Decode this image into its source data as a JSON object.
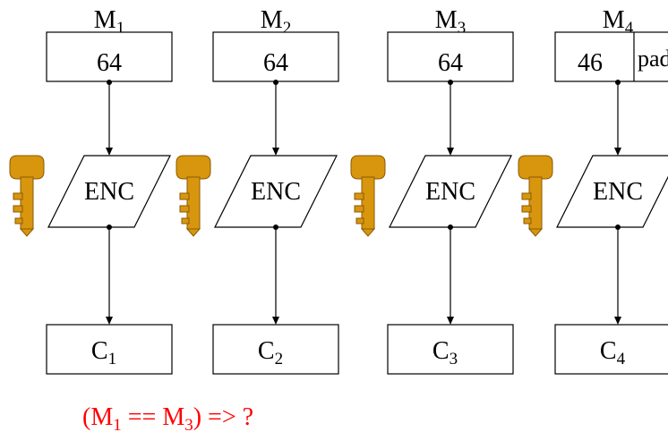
{
  "columns": [
    {
      "label": "M",
      "sub": "1",
      "block": "64",
      "pad": null,
      "op": "ENC",
      "cipher": "C",
      "cipher_sub": "1"
    },
    {
      "label": "M",
      "sub": "2",
      "block": "64",
      "pad": null,
      "op": "ENC",
      "cipher": "C",
      "cipher_sub": "2"
    },
    {
      "label": "M",
      "sub": "3",
      "block": "64",
      "pad": null,
      "op": "ENC",
      "cipher": "C",
      "cipher_sub": "3"
    },
    {
      "label": "M",
      "sub": "4",
      "block": "46",
      "pad": "pad",
      "op": "ENC",
      "cipher": "C",
      "cipher_sub": "4"
    }
  ],
  "question": {
    "open": "(M",
    "sub1": "1",
    "middle": " == M",
    "sub2": "3",
    "close": ") => ?"
  },
  "colors": {
    "question": "#ff0000",
    "key": "#d8960e",
    "key_dark": "#8a5a00",
    "stroke": "#000000"
  },
  "icons": [
    "key-icon"
  ]
}
